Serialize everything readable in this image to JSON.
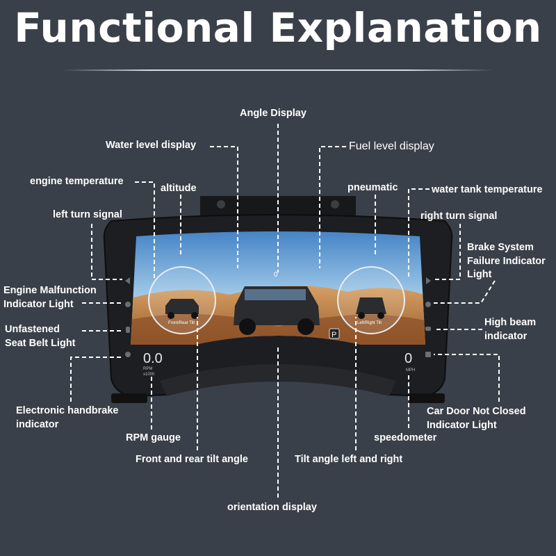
{
  "title": "Functional Explanation",
  "labels": {
    "angle_display": "Angle Display",
    "water_level_display": "Water level display",
    "fuel_level_display": "Fuel level display",
    "engine_temperature": "engine temperature",
    "altitude": "altitude",
    "pneumatic": "pneumatic",
    "water_tank_temperature": "water tank temperature",
    "left_turn_signal": "left turn signal",
    "right_turn_signal": "right turn signal",
    "brake_system_line1": "Brake System",
    "brake_system_line2": "Failure Indicator",
    "brake_system_line3": "Light",
    "engine_malfunction_line1": "Engine Malfunction",
    "engine_malfunction_line2": "Indicator Light",
    "seat_belt_line1": "Unfastened",
    "seat_belt_line2": "Seat Belt Light",
    "high_beam_line1": "High beam",
    "high_beam_line2": "indicator",
    "handbrake_line1": "Electronic handbrake",
    "handbrake_line2": "indicator",
    "car_door_line1": "Car Door Not Closed",
    "car_door_line2": "Indicator Light",
    "rpm_gauge": "RPM gauge",
    "speedometer": "speedometer",
    "front_rear_tilt": "Front and rear tilt angle",
    "tilt_left_right": "Tilt angle left and right",
    "orientation_display": "orientation display"
  },
  "screen": {
    "angle_value": "0",
    "rpm_value": "0.0",
    "rpm_unit_line1": "RPM",
    "rpm_unit_line2": "x1000",
    "speed_value": "0",
    "speed_unit": "MPH",
    "gear": "P",
    "front_rear_label": "Front/Rear Tilt",
    "left_right_label": "Left/Right Tilt"
  },
  "colors": {
    "background": "#3a4049",
    "leader_line": "#ffffff",
    "bezel": "#1c1e21",
    "sky": "#4a86c8",
    "sand": "#c98a4c"
  }
}
